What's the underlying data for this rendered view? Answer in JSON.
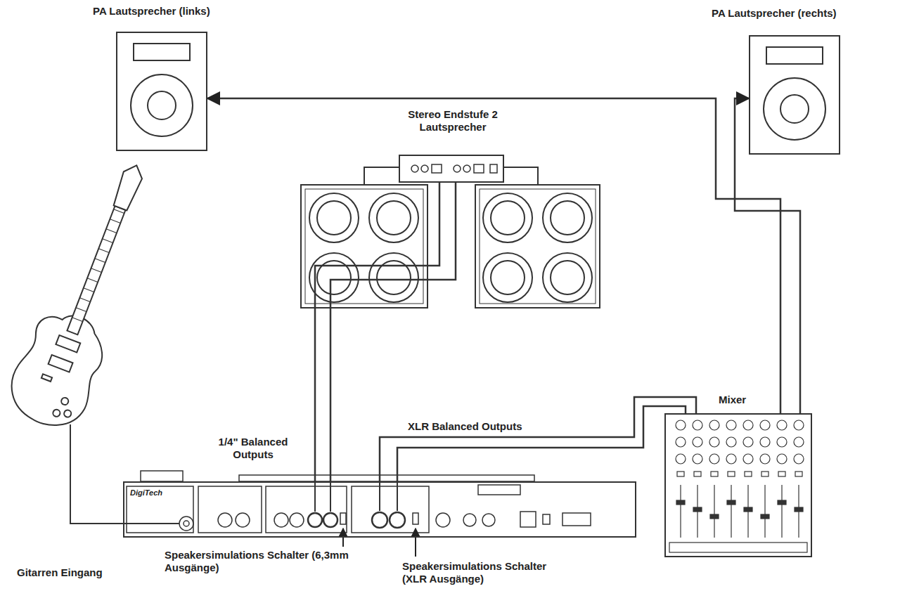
{
  "diagram": {
    "nodes": [
      {
        "text": [
          "PA Lautsprecher (links)"
        ]
      },
      {
        "text": [
          "PA Lautsprecher (rechts)"
        ]
      },
      {
        "text": [
          "Stereo Endstufe 2 Lautsprecher"
        ]
      },
      {
        "text": [
          "DigiTech"
        ]
      },
      {
        "text": [
          "Mixer"
        ]
      }
    ],
    "edges": [
      {
        "from": 3,
        "to": 2,
        "arrow": "none"
      },
      {
        "from": 3,
        "to": 2,
        "arrow": "none"
      },
      {
        "from": 3,
        "to": 4,
        "arrow": "none"
      },
      {
        "from": 3,
        "to": 4,
        "arrow": "none"
      },
      {
        "from": 4,
        "to": 0,
        "arrow": "to"
      },
      {
        "from": 4,
        "to": 1,
        "arrow": "to"
      }
    ],
    "labels": [
      "1/4\" Balanced Outputs",
      "XLR Balanced Outputs",
      "Gitarren Eingang",
      "Speakersimulations Schalter (6,3mm Ausgänge)",
      "Speakersimulations Schalter (XLR Ausgänge)"
    ]
  }
}
